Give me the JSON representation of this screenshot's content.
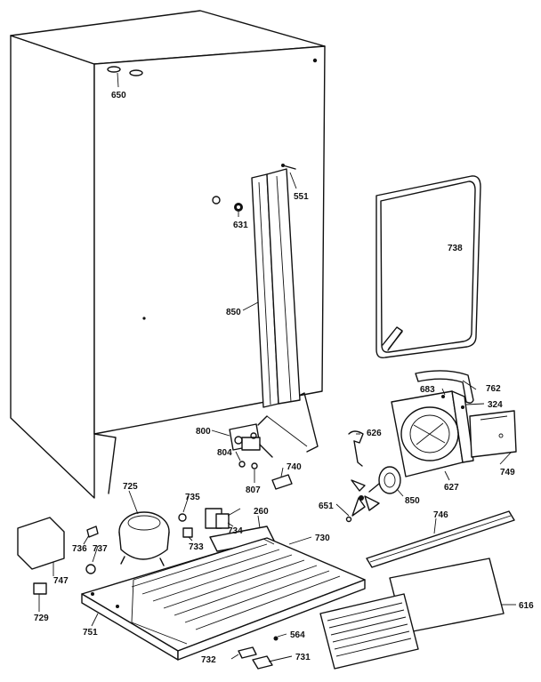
{
  "labels": {
    "l650": "650",
    "l551": "551",
    "l631": "631",
    "l850": "850",
    "l738": "738",
    "l683": "683",
    "l762": "762",
    "l324": "324",
    "l800": "800",
    "l626": "626",
    "l804": "804",
    "l740": "740",
    "l807": "807",
    "l627": "627",
    "l749": "749",
    "l725": "725",
    "l735": "735",
    "l651": "651",
    "l850b": "850",
    "l260": "260",
    "l734": "734",
    "l736": "736",
    "l737": "737",
    "l733": "733",
    "l730": "730",
    "l746": "746",
    "l747": "747",
    "l729": "729",
    "l751": "751",
    "l616": "616",
    "l564": "564",
    "l732": "732",
    "l731": "731"
  }
}
